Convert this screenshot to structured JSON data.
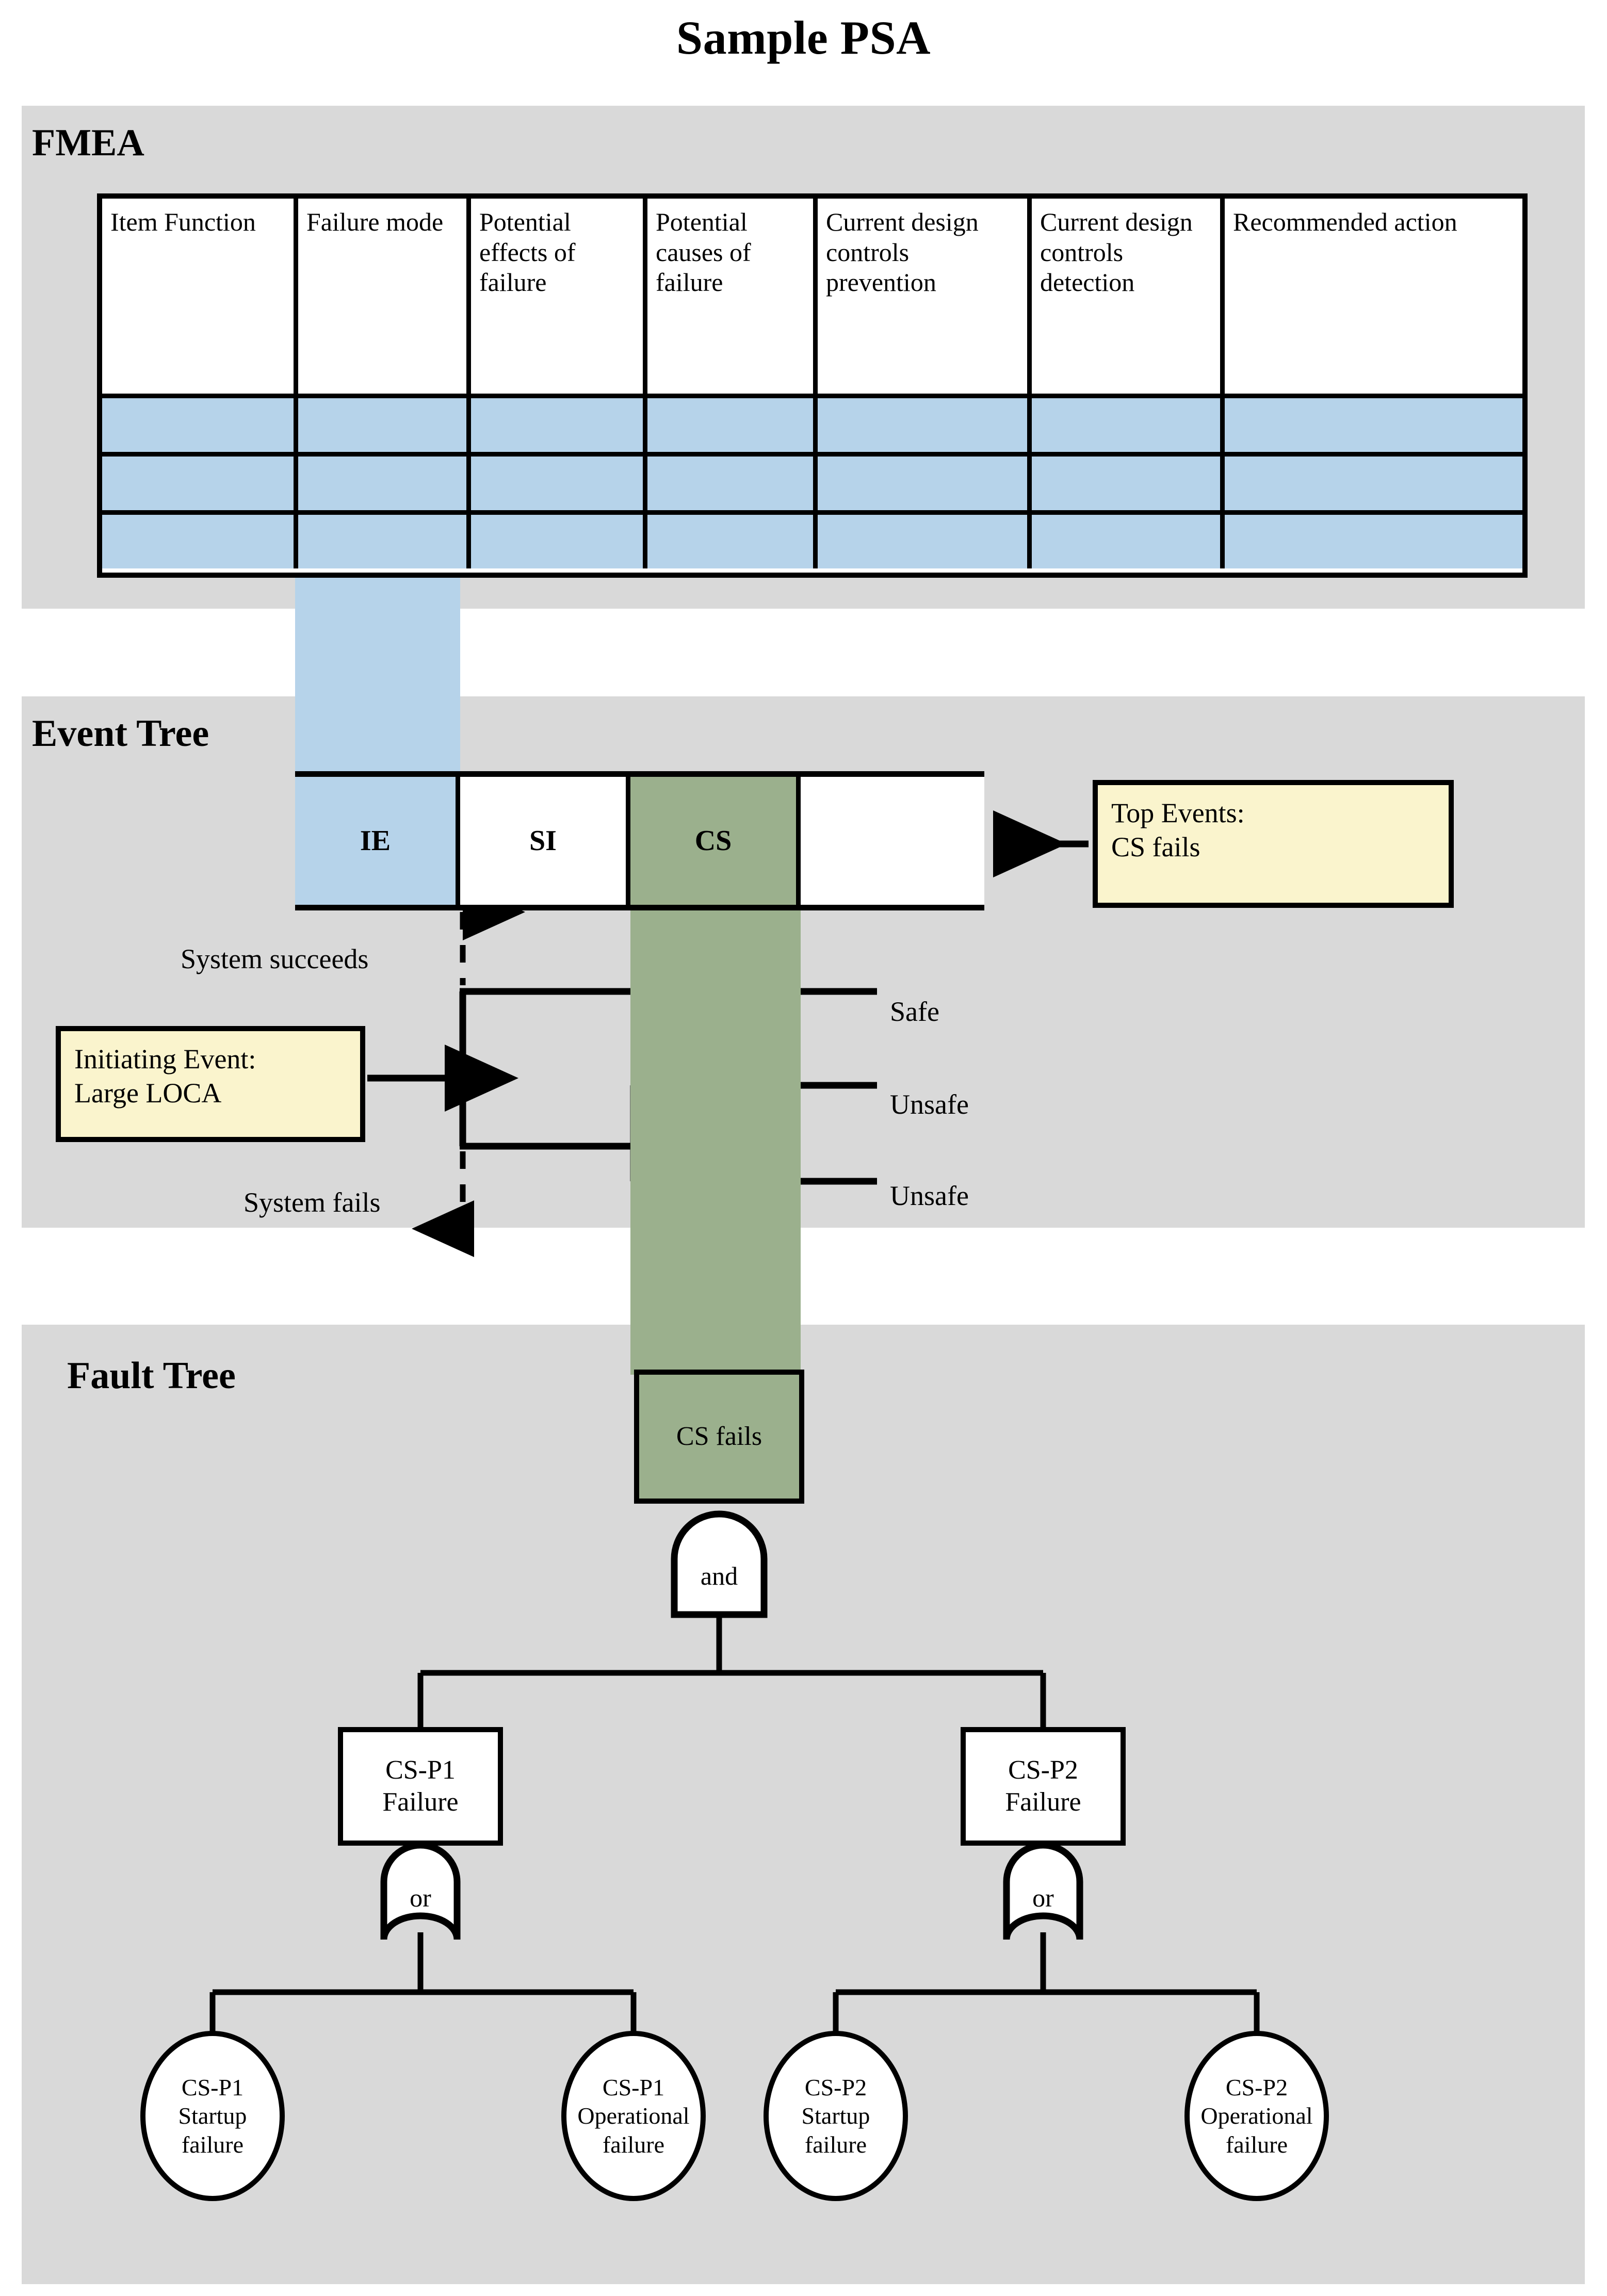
{
  "page": {
    "title": "Sample PSA"
  },
  "sections": {
    "fmea": {
      "label": "FMEA"
    },
    "event_tree": {
      "label": "Event Tree"
    },
    "fault_tree": {
      "label": "Fault Tree"
    }
  },
  "fmea": {
    "columns": [
      "Item Function",
      "Failure mode",
      "Potential effects of failure",
      "Potential causes of failure",
      "Current design controls prevention",
      "Current design controls detection",
      "Recommended action"
    ],
    "rows": [
      [
        "",
        "",
        "",
        "",
        "",
        "",
        ""
      ],
      [
        "",
        "",
        "",
        "",
        "",
        "",
        ""
      ],
      [
        "",
        "",
        "",
        "",
        "",
        "",
        ""
      ]
    ],
    "row_count": 3,
    "highlight_color": "#b6d3ea",
    "header_background": "#ffffff"
  },
  "event_tree": {
    "columns": [
      {
        "label": "IE",
        "fill": "#b6d3ea"
      },
      {
        "label": "SI",
        "fill": "#ffffff"
      },
      {
        "label": "CS",
        "fill": "#9bb08d"
      },
      {
        "label": "",
        "fill": "#ffffff"
      }
    ],
    "top_events_callout": {
      "line1": "Top Events:",
      "line2": "CS fails",
      "fill": "#faf4cd"
    },
    "initiating_event_callout": {
      "line1": "Initiating Event:",
      "line2": "Large LOCA",
      "fill": "#faf4cd"
    },
    "branch_labels": {
      "success": "System succeeds",
      "failure": "System fails"
    },
    "outcomes": [
      "Safe",
      "Unsafe",
      "Unsafe"
    ]
  },
  "fault_tree": {
    "top_event": {
      "label": "CS fails",
      "fill": "#9bb08d"
    },
    "top_gate": {
      "label": "and",
      "type": "and-gate"
    },
    "intermediate_events": [
      {
        "line1": "CS-P1",
        "line2": "Failure"
      },
      {
        "line1": "CS-P2",
        "line2": "Failure"
      }
    ],
    "sub_gates": [
      {
        "label": "or",
        "type": "or-gate"
      },
      {
        "label": "or",
        "type": "or-gate"
      }
    ],
    "basic_events": [
      {
        "line1": "CS-P1",
        "line2": "Startup",
        "line3": "failure"
      },
      {
        "line1": "CS-P1",
        "line2": "Operational",
        "line3": "failure"
      },
      {
        "line1": "CS-P2",
        "line2": "Startup",
        "line3": "failure"
      },
      {
        "line1": "CS-P2",
        "line2": "Operational",
        "line3": "failure"
      }
    ]
  },
  "colors": {
    "section_background": "#d9d9d9",
    "highlight_blue": "#b6d3ea",
    "highlight_green": "#9bb08d",
    "callout_yellow": "#faf4cd",
    "line": "#000000",
    "page_background": "#ffffff"
  }
}
